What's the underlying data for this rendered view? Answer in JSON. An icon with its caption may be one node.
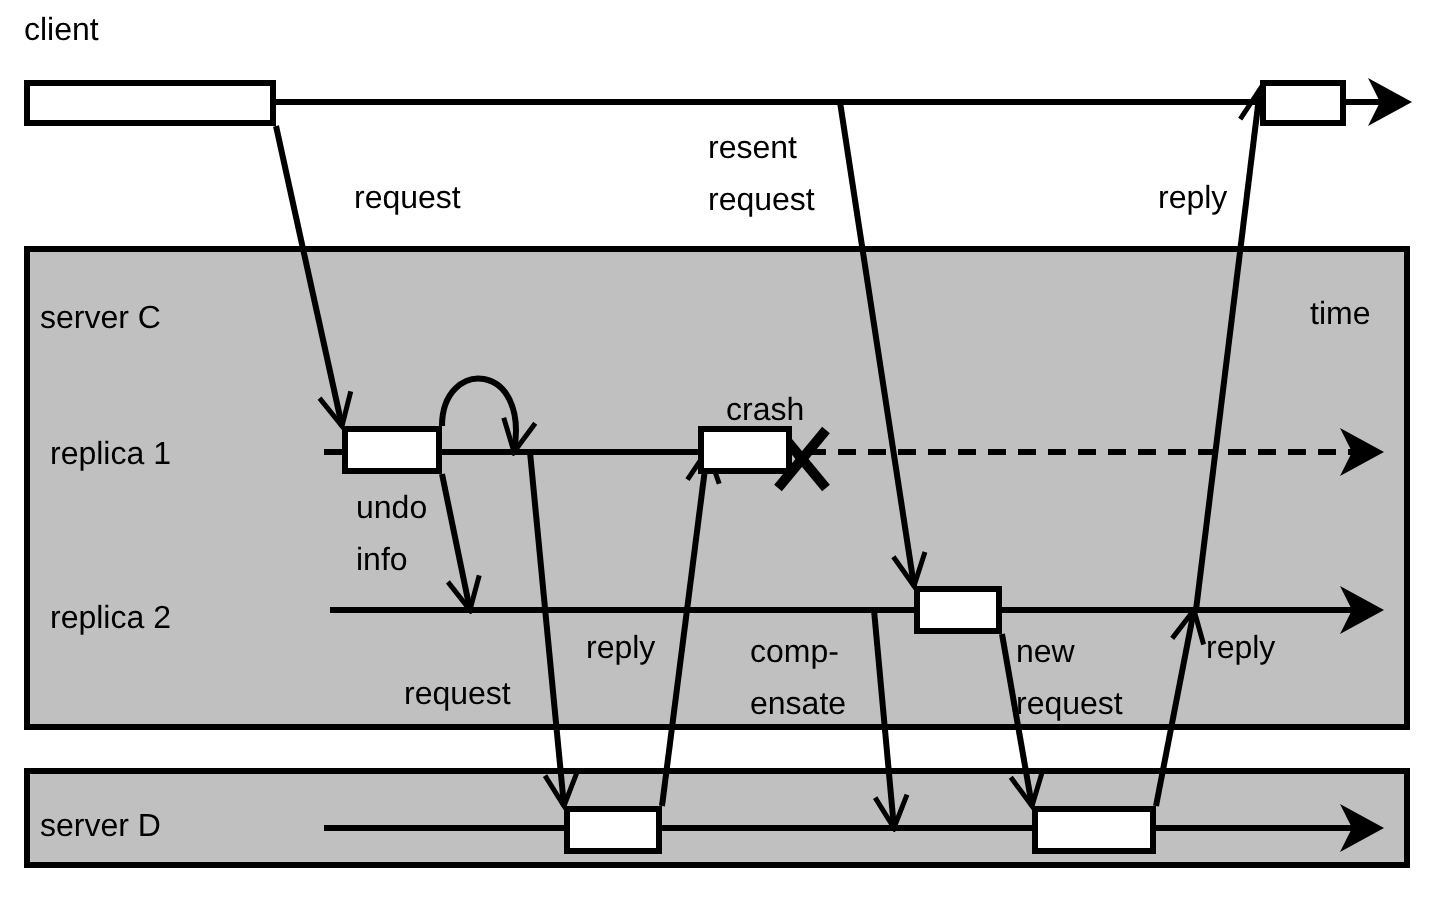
{
  "diagram": {
    "nodes": [
      {
        "text": [
          "server C"
        ]
      },
      {
        "text": [
          "server D"
        ]
      },
      {
        "text": [],
        "shape": "box"
      },
      {
        "text": [],
        "shape": "box"
      },
      {
        "text": [],
        "shape": "box",
        "in": 0
      },
      {
        "text": [],
        "shape": "box",
        "in": 0
      },
      {
        "text": [],
        "shape": "box",
        "in": 0
      },
      {
        "text": [],
        "shape": "box",
        "in": 1
      },
      {
        "text": [],
        "shape": "box",
        "in": 1
      }
    ],
    "edges": [
      {
        "from": 2,
        "to": 4,
        "arrow": "to",
        "label": "request"
      },
      {
        "from": 4,
        "to": null,
        "arrow": "to",
        "label": "undo info"
      },
      {
        "from": 4,
        "to": null,
        "arrow": "to"
      },
      {
        "from": null,
        "to": 7,
        "arrow": "to",
        "label": "request"
      },
      {
        "from": 7,
        "to": 5,
        "arrow": "to",
        "label": "reply"
      },
      {
        "from": null,
        "to": 6,
        "arrow": "to",
        "label": "resent request"
      },
      {
        "from": null,
        "to": 1,
        "arrow": "to",
        "label": "comp- ensate"
      },
      {
        "from": 6,
        "to": 8,
        "arrow": "to",
        "label": "new request"
      },
      {
        "from": 8,
        "to": null,
        "arrow": "to",
        "label": "reply"
      },
      {
        "from": null,
        "to": 3,
        "arrow": "to",
        "label": "reply"
      }
    ],
    "labels": [
      "client",
      "time",
      "replica 1",
      "crash",
      "replica 2"
    ]
  }
}
